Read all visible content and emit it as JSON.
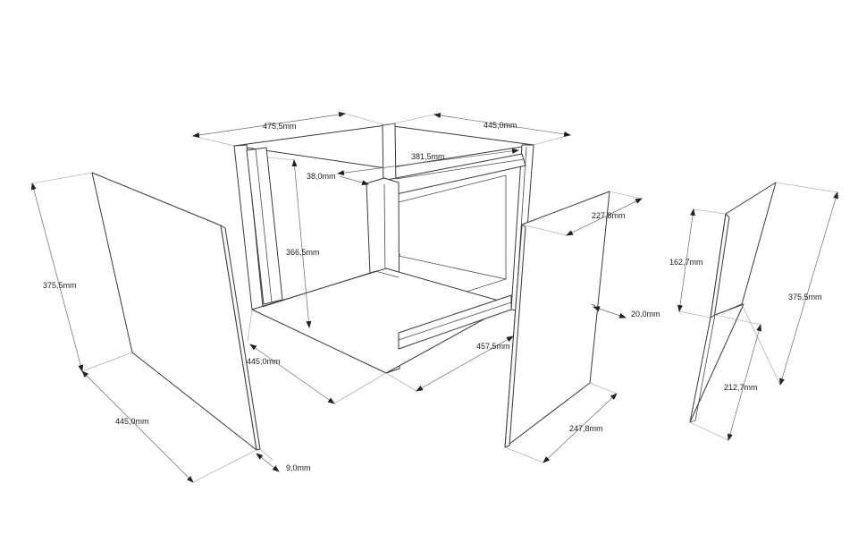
{
  "diagram": {
    "dimensions": {
      "top_width": "475,5mm",
      "top_depth": "445,0mm",
      "frame_inner_width": "381,5mm",
      "rail_thickness": "38,0mm",
      "frame_height": "366,5mm",
      "base_depth": "445,0mm",
      "base_width": "457,5mm",
      "left_panel_height": "375,5mm",
      "left_panel_depth": "445,0mm",
      "left_panel_thickness": "9,0mm",
      "door_top_width": "227,8mm",
      "door_offset": "20,0mm",
      "door_bottom_width": "247,8mm",
      "right_panel_upper_height": "162,7mm",
      "right_panel_height": "375,5mm",
      "right_panel_lower_width": "212,7mm"
    }
  }
}
